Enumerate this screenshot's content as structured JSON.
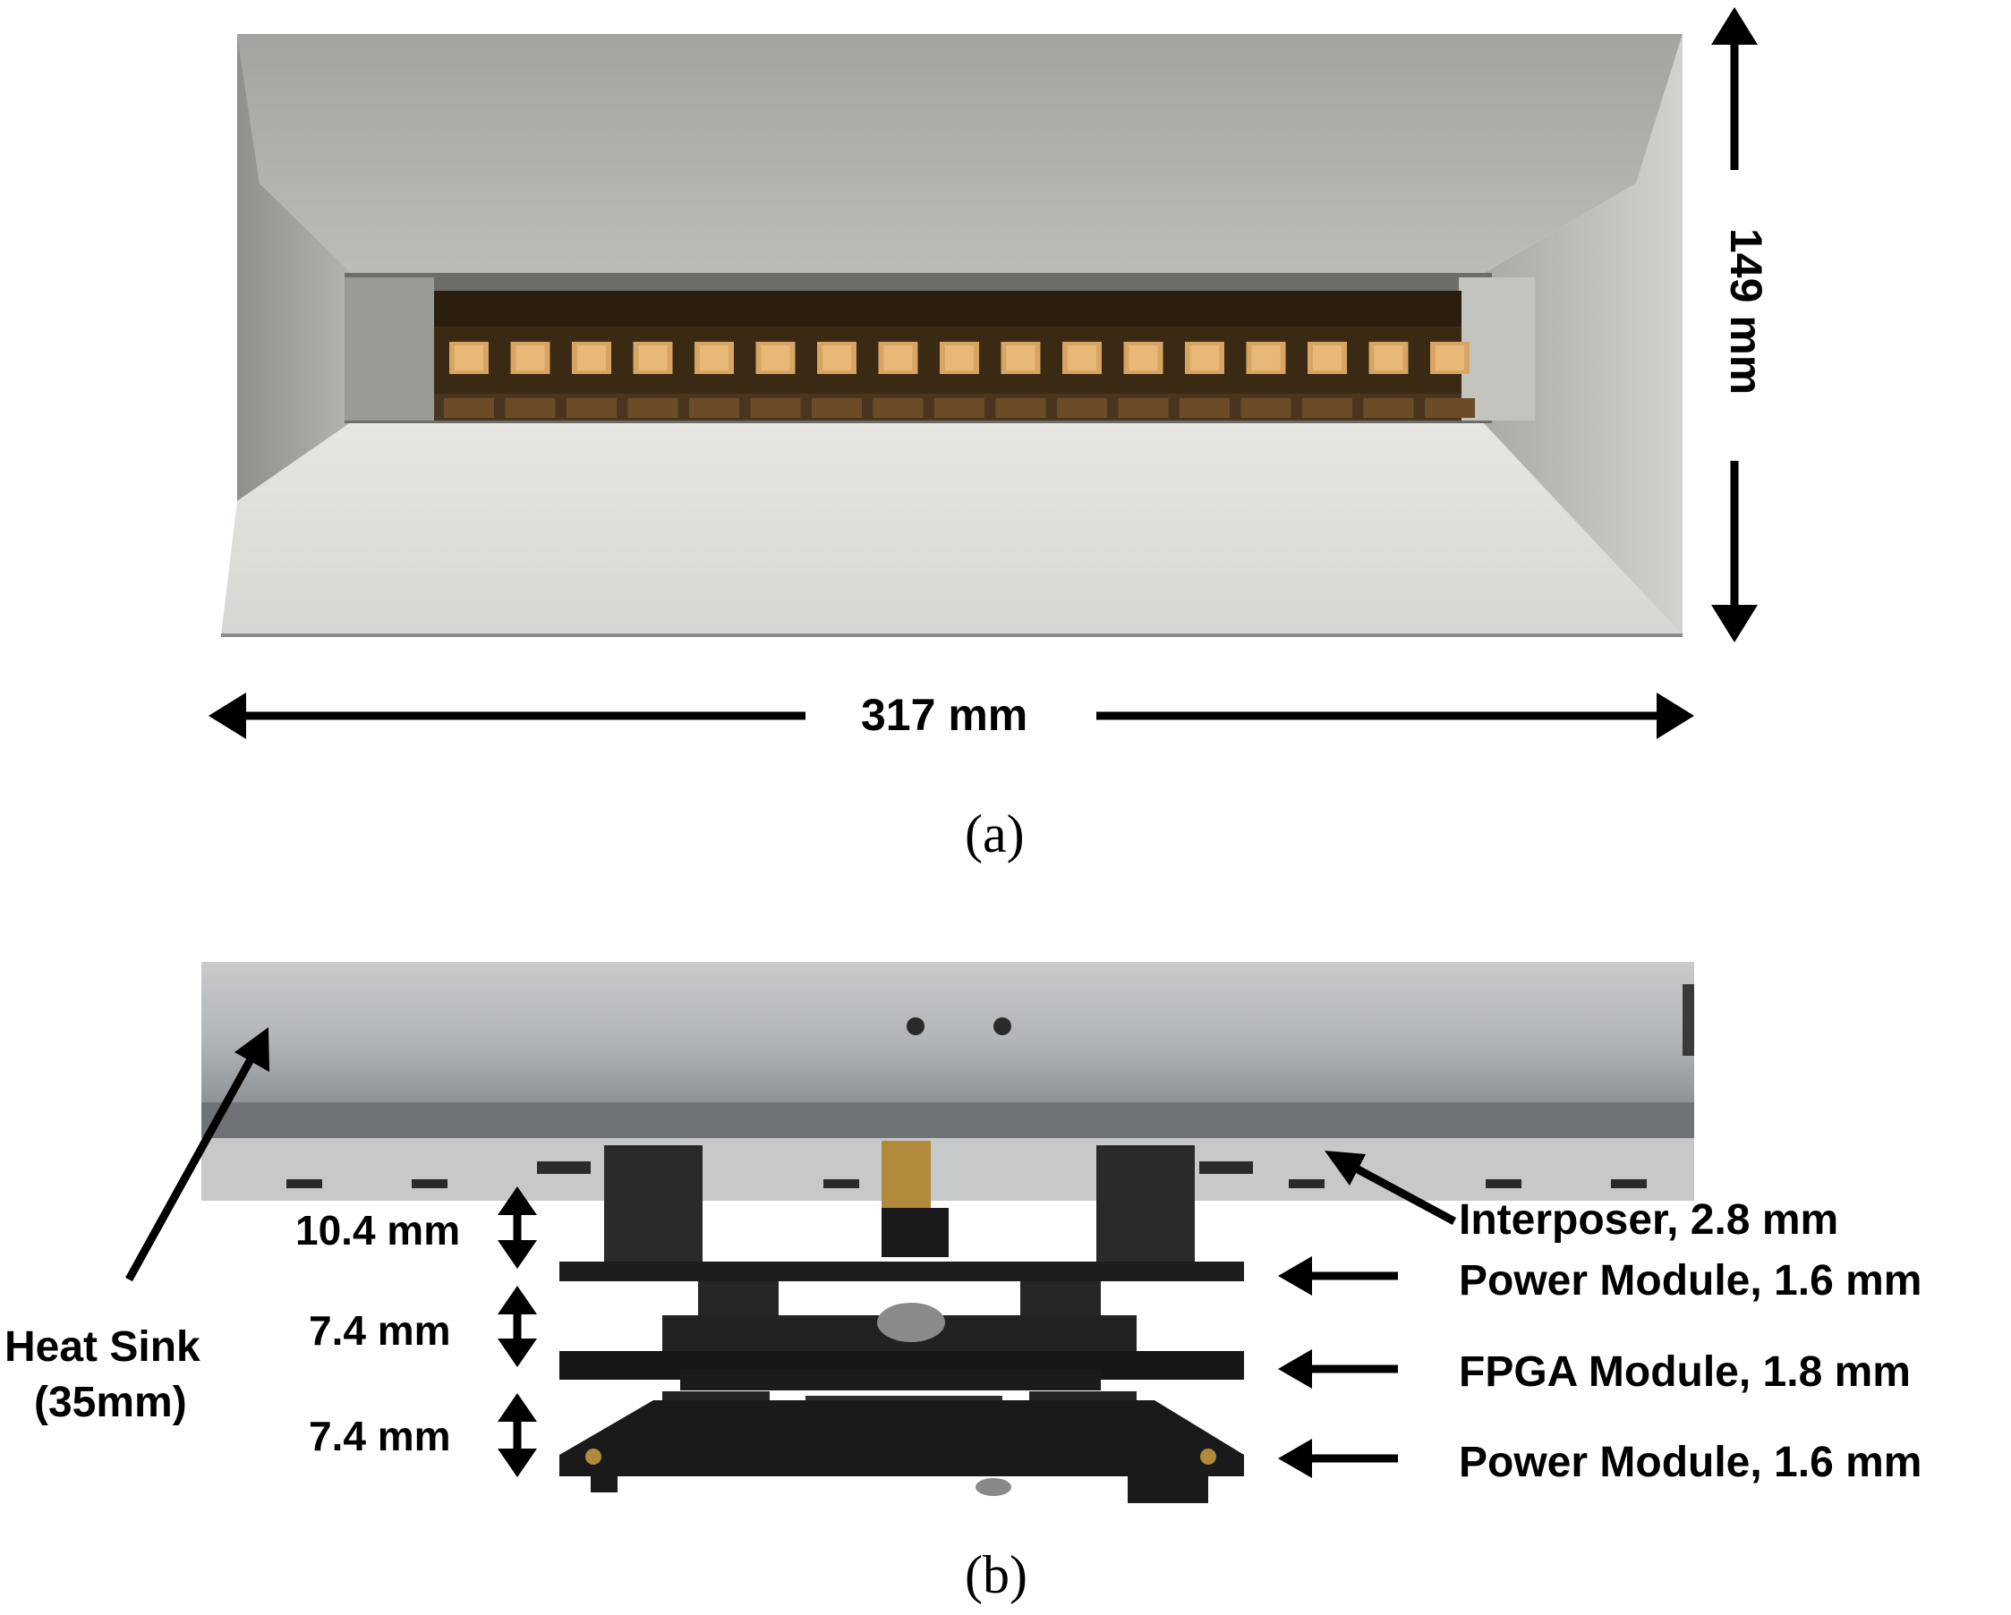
{
  "panel_a": {
    "caption": "(a)",
    "width_label": "317 mm",
    "height_label": "149 mm",
    "photo": "horn-antenna-array-top-view",
    "element_count": 17
  },
  "panel_b": {
    "caption": "(b)",
    "photo": "stacked-pcb-modules-side-view",
    "heat_sink_label_line1": "Heat Sink",
    "heat_sink_label_line2": "(35mm)",
    "interposer_label": "Interposer, 2.8 mm",
    "layer_labels": [
      "Power Module, 1.6 mm",
      "FPGA Module, 1.8 mm",
      "Power Module, 1.6 mm"
    ],
    "gap_labels": [
      "10.4 mm",
      "7.4 mm",
      "7.4 mm"
    ]
  }
}
